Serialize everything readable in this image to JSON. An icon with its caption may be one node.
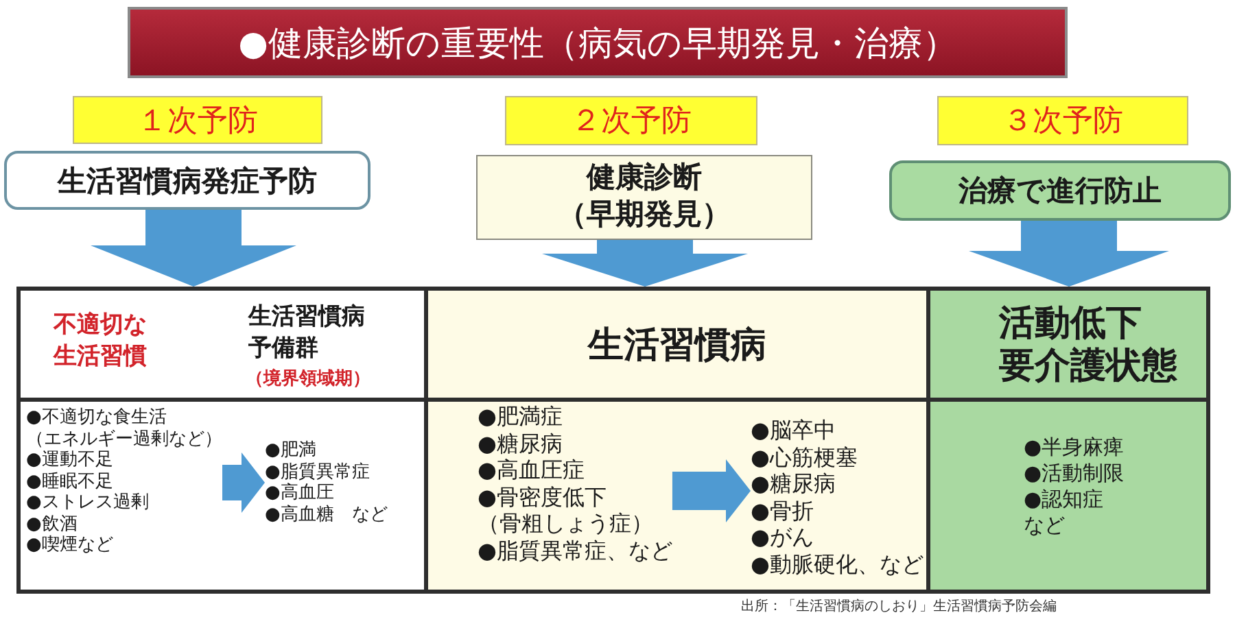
{
  "diagram": {
    "title": "●健康診断の重要性（病気の早期発見・治療）",
    "nodes": [
      {
        "text": [
          "１次予防"
        ]
      },
      {
        "text": [
          "生活習慣病発症予防"
        ]
      },
      {
        "text": [
          "２次予防"
        ]
      },
      {
        "text": [
          "健康診断（早期発見）"
        ]
      },
      {
        "text": [
          "３次予防"
        ]
      },
      {
        "text": [
          "治療で進行防止"
        ]
      },
      {
        "text": [
          "不適切な生活習慣",
          "生活習慣病予備群",
          "（境界領域期）"
        ]
      },
      {
        "text": [
          "生活習慣病"
        ]
      },
      {
        "text": [
          "活動低下要介護状態"
        ]
      },
      {
        "text": [],
        "shape": "box"
      },
      {
        "text": [
          "●不適切な食生活（エネルギー過剰など）",
          "●運動不足",
          "●睡眠不足",
          "●ストレス過剰",
          "●飲酒",
          "●喫煙など"
        ],
        "in": 9
      },
      {
        "text": [
          "●肥満",
          "●脂質異常症",
          "●高血圧",
          "●高血糖　など"
        ],
        "in": 9
      },
      {
        "text": [],
        "shape": "box"
      },
      {
        "text": [
          "●肥満症",
          "●糖尿病",
          "●高血圧症",
          "●骨密度低下（骨粗しょう症）",
          "●脂質異常症、など"
        ],
        "in": 12
      },
      {
        "text": [
          "●脳卒中",
          "●心筋梗塞",
          "●糖尿病",
          "●骨折",
          "●がん",
          "●動脈硬化、など"
        ],
        "in": 12
      },
      {
        "text": [
          "●半身麻痺",
          "●活動制限",
          "●認知症",
          "など"
        ]
      }
    ],
    "edges": [
      {
        "from": 1,
        "to": 6,
        "arrow": "to"
      },
      {
        "from": 3,
        "to": 7,
        "arrow": "to"
      },
      {
        "from": 5,
        "to": 8,
        "arrow": "to"
      },
      {
        "from": 10,
        "to": 11,
        "arrow": "to"
      },
      {
        "from": 13,
        "to": 14,
        "arrow": "to"
      }
    ],
    "labels": [
      "出所：「生活習慣病のしおり」生活習慣病予防会編"
    ]
  }
}
